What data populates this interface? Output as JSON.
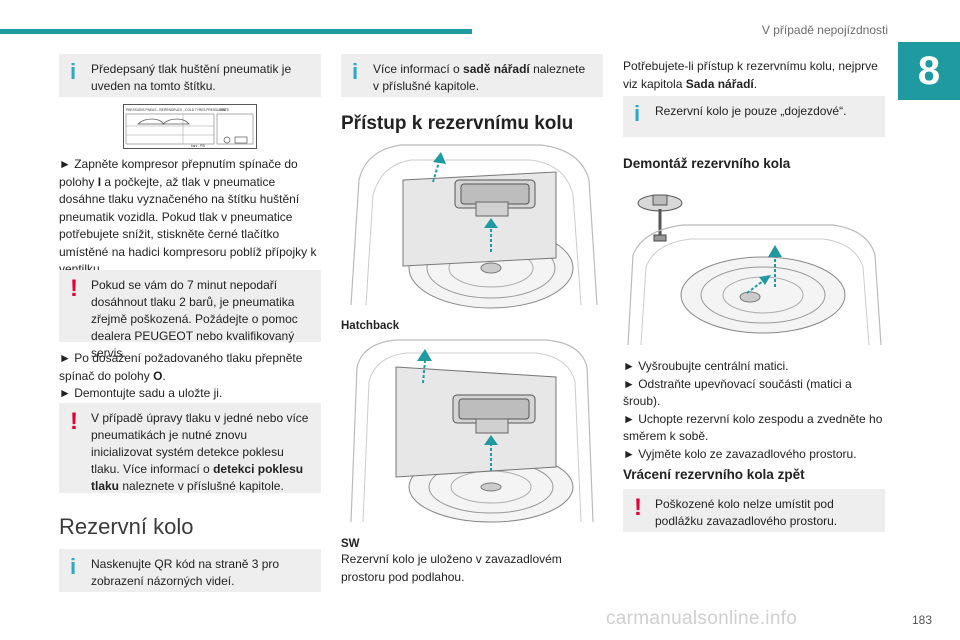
{
  "header": {
    "title": "V případě nepojízdnosti",
    "chapter": "8"
  },
  "col1": {
    "note1": "Předepsaný tlak huštění pneumatik je uveden na tomto štítku.",
    "label_plate": {
      "line1": "PRESSIONS PNEUS - REIFENDRUCK - COLD TYRES PRESSURES",
      "unit": "bars - PSI",
      "right": "JANTE"
    },
    "para1_a": "► Zapněte kompresor přepnutím spínače do polohy ",
    "para1_b": "I",
    "para1_c": " a počkejte, až tlak v pneumatice dosáhne tlaku vyznačeného na štítku huštění pneumatik vozidla. Pokud tlak v pneumatice potřebujete snížit, stiskněte černé tlačítko umístěné na hadici kompresoru poblíž přípojky k ventilku.",
    "warn1": "Pokud se vám do 7 minut nepodaří dosáhnout tlaku 2 barů, je pneumatika zřejmě poškozená. Požádejte o pomoc dealera PEUGEOT nebo kvalifikovaný servis.",
    "para2_a": "► Po dosažení požadovaného tlaku přepněte spínač do polohy ",
    "para2_b": "O",
    "para2_c": ".",
    "para3": "► Demontujte sadu a uložte ji.",
    "warn2_a": "V případě úpravy tlaku v jedné nebo více pneumatikách je nutné znovu inicializovat systém detekce poklesu tlaku. Více informací o ",
    "warn2_b": "detekci poklesu tlaku",
    "warn2_c": " naleznete v příslušné kapitole.",
    "section": "Rezervní kolo",
    "note2": "Naskenujte QR kód na straně 3 pro zobrazení názorných videí."
  },
  "col2": {
    "note1_a": "Více informací o ",
    "note1_b": "sadě nářadí",
    "note1_c": " naleznete v příslušné kapitole.",
    "heading": "Přístup k rezervnímu kolu",
    "label1": "Hatchback",
    "label2": "SW",
    "para": "Rezervní kolo je uloženo v zavazadlovém prostoru pod podlahou."
  },
  "col3": {
    "para1_a": "Potřebujete-li přístup k rezervnímu kolu, nejprve viz kapitola ",
    "para1_b": "Sada nářadí",
    "para1_c": ".",
    "note1": "Rezervní kolo je pouze „dojezdové“.",
    "heading1": "Demontáž rezervního kola",
    "steps": [
      "► Vyšroubujte centrální matici.",
      "► Odstraňte upevňovací součásti (matici a šroub).",
      "► Uchopte rezervní kolo zespodu a zvedněte ho směrem k sobě.",
      "► Vyjměte kolo ze zavazadlového prostoru."
    ],
    "heading2": "Vrácení rezervního kola zpět",
    "warn1": "Poškozené kolo nelze umístit pod podlážku zavazadlového prostoru."
  },
  "footer": {
    "page": "183",
    "watermark": "carmanualsonline.info"
  },
  "colors": {
    "accent": "#1f9aa0",
    "info": "#2aa7c9",
    "warning": "#e3003a",
    "note_bg": "#eeeeef"
  }
}
